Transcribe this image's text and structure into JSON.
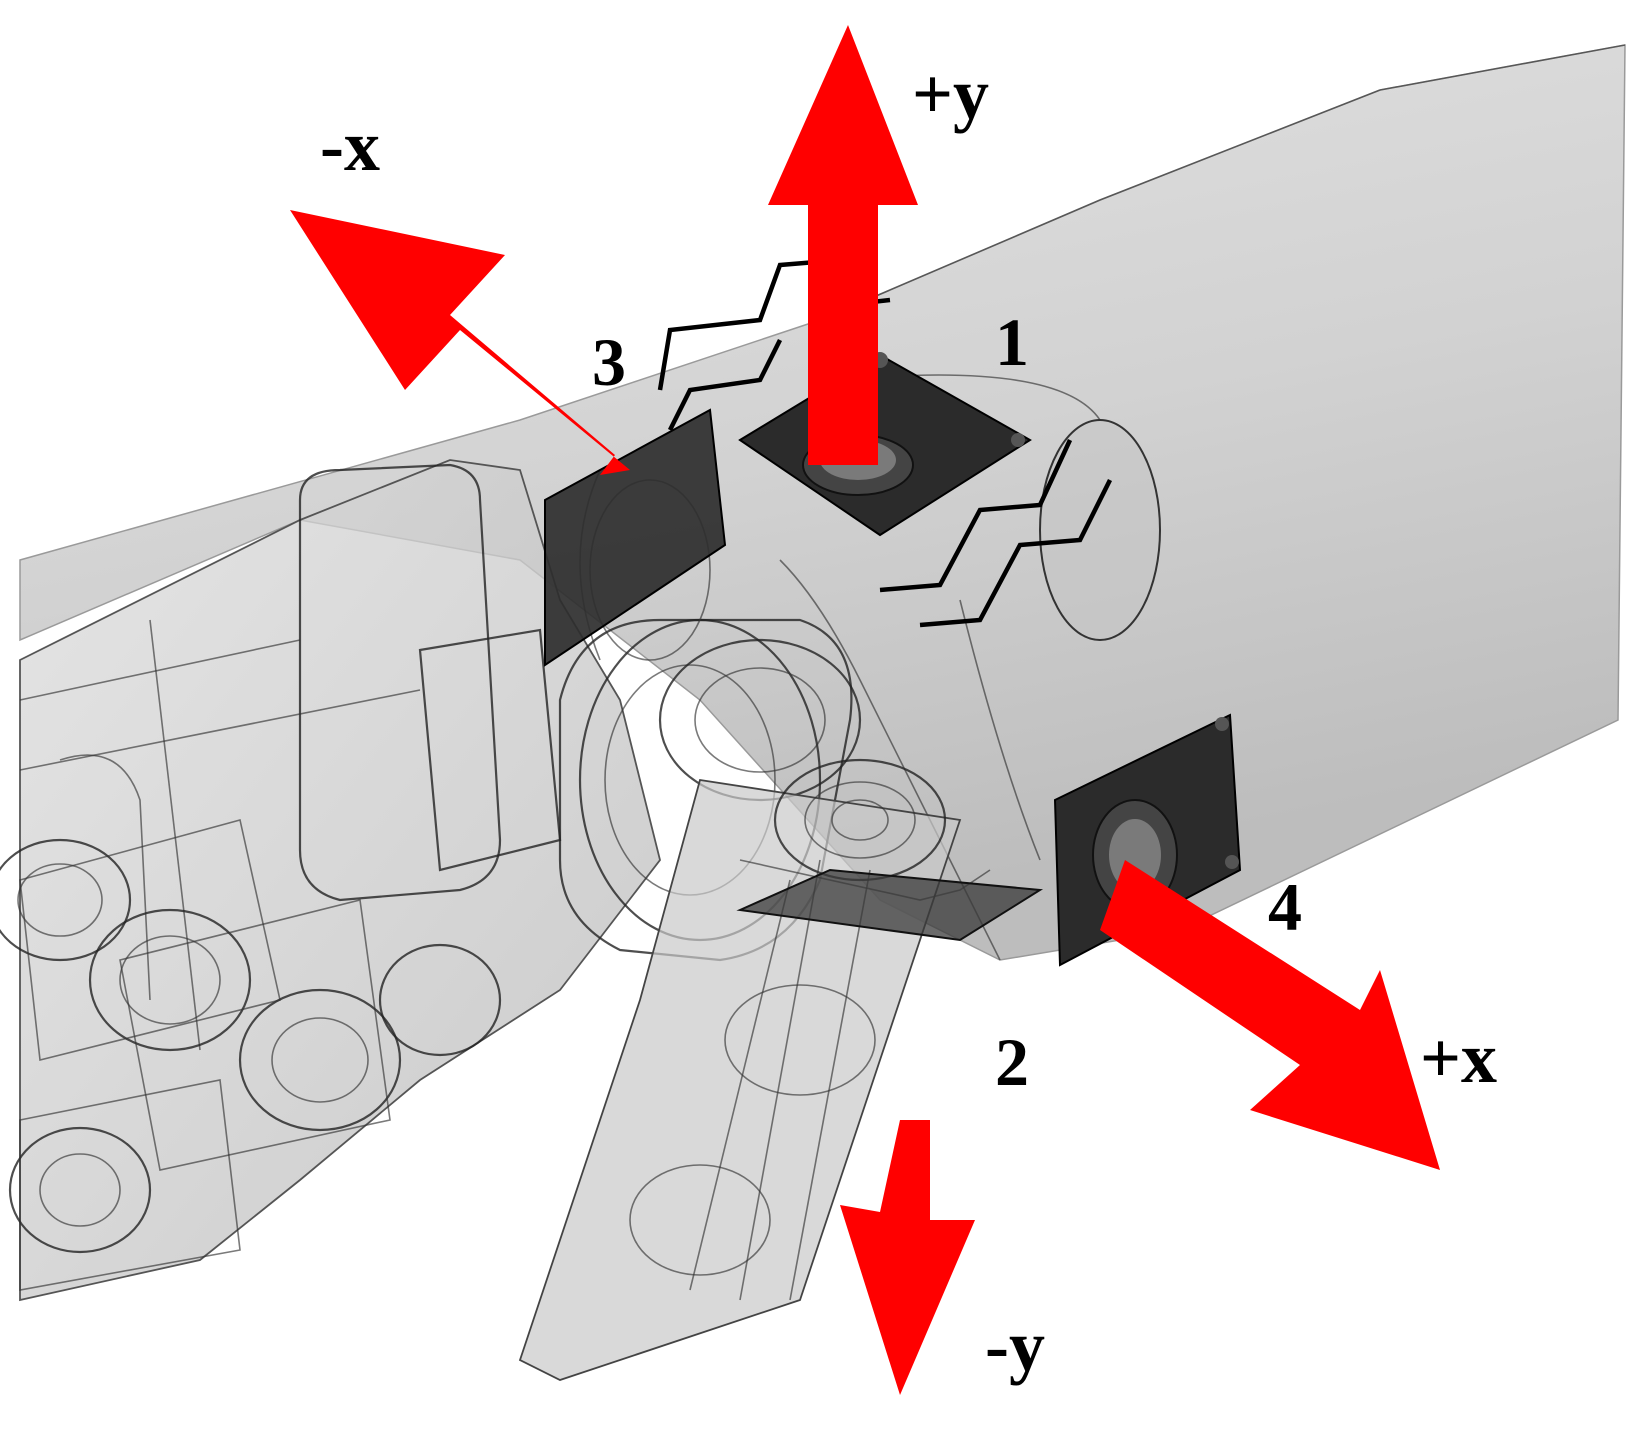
{
  "colors": {
    "arrow": "#ff0000",
    "sensor": "#2b2b2b",
    "body": "#d6d6d6",
    "background": "#ffffff"
  },
  "axes": {
    "plus_y": "+y",
    "minus_x": "-x",
    "plus_x": "+x",
    "minus_y": "-y"
  },
  "sensors": {
    "s1": "1",
    "s2": "2",
    "s3": "3",
    "s4": "4"
  }
}
